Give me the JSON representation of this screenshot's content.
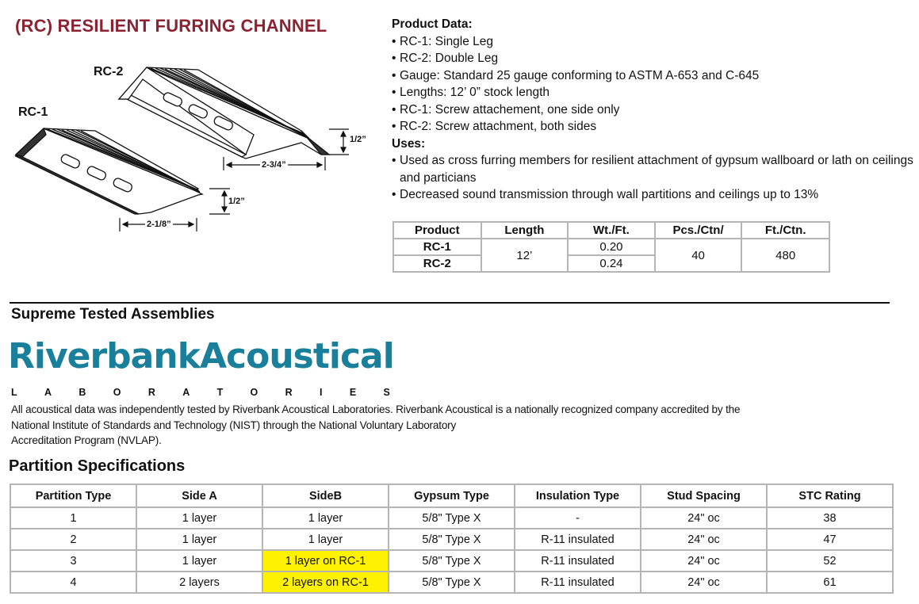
{
  "title": "(RC) RESILIENT FURRING CHANNEL",
  "diagram": {
    "rc2_label": "RC-2",
    "rc1_label": "RC-1",
    "rc2_height": "1/2”",
    "rc2_width": "2-3/4”",
    "rc1_height": "1/2”",
    "rc1_width": "2-1/8”"
  },
  "product_data": {
    "heading": "Product Data:",
    "items": [
      "RC-1: Single Leg",
      "RC-2: Double Leg",
      "Gauge: Standard 25 gauge conforming to ASTM A-653 and C-645",
      "Lengths: 12’ 0” stock length",
      "RC-1: Screw attachement, one side only",
      "RC-2: Screw attachment, both sides"
    ],
    "uses_heading": "Uses:",
    "uses": [
      "Used as cross furring members for resilient attachment of gypsum wallboard or lath on ceilings and particians",
      "Decreased sound transmission through wall partitions and ceilings up to 13%"
    ]
  },
  "product_table": {
    "headers": [
      "Product",
      "Length",
      "Wt./Ft.",
      "Pcs./Ctn/",
      "Ft./Ctn."
    ],
    "rows": [
      {
        "product": "RC-1",
        "wt": "0.20"
      },
      {
        "product": "RC-2",
        "wt": "0.24"
      }
    ],
    "length": "12’",
    "pcs": "40",
    "ft": "480"
  },
  "assemblies": {
    "heading": "Supreme Tested Assemblies",
    "logo_text": "RiverbankAcoustical",
    "logo_sub": [
      "L",
      "A",
      "B",
      "O",
      "R",
      "A",
      "T",
      "O",
      "R",
      "I",
      "E",
      "S"
    ],
    "logo_color": "#1a7f9b",
    "description_lines": [
      "All acoustical data was independently tested by Riverbank Acoustical Laboratories. Riverbank Acoustical is a nationally recognized company accredited by the",
      "National Institute of Standards and Technology (NIST) through the National Voluntary Laboratory",
      "Accreditation Program (NVLAP)."
    ]
  },
  "partition": {
    "heading": "Partition Specifications",
    "headers": [
      "Partition Type",
      "Side A",
      "SideB",
      "Gypsum Type",
      "Insulation Type",
      "Stud Spacing",
      "STC Rating"
    ],
    "rows": [
      [
        "1",
        "1  layer",
        "1 layer",
        "5/8\"  Type X",
        "-",
        "24\"  oc",
        "38"
      ],
      [
        "2",
        "1 layer",
        "1 layer",
        "5/8\"  Type X",
        "R-11 insulated",
        "24\"  oc",
        "47"
      ],
      [
        "3",
        "1 layer",
        "1 layer on RC-1",
        "5/8\" Type X",
        "R-11 insulated",
        "24\"  oc",
        "52"
      ],
      [
        "4",
        "2 layers",
        "2 layers on RC-1",
        "5/8\"  Type  X",
        "R-11 insulated",
        "24\"  oc",
        "61"
      ]
    ],
    "highlight_color": "#fff200"
  }
}
